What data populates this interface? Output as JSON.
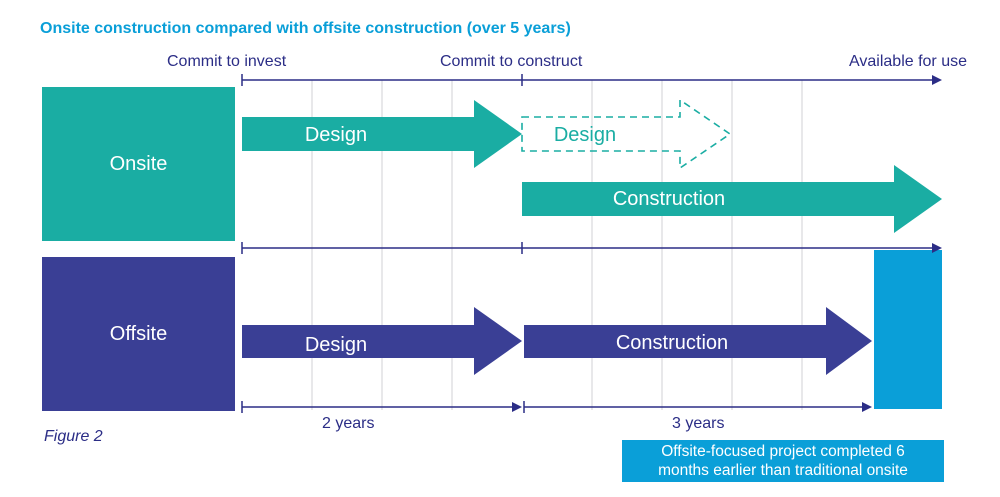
{
  "title": "Onsite construction compared with offsite construction (over 5 years)",
  "milestones": {
    "commit_invest": "Commit to invest",
    "commit_construct": "Commit to construct",
    "available": "Available for use"
  },
  "rows": {
    "onsite": {
      "label": "Onsite",
      "design": "Design",
      "design_dashed": "Design",
      "construction": "Construction"
    },
    "offsite": {
      "label": "Offsite",
      "design": "Design",
      "construction": "Construction"
    }
  },
  "durations": {
    "design": "2 years",
    "construction": "3 years"
  },
  "figure_label": "Figure 2",
  "callout": {
    "line1": "Offsite-focused project completed 6",
    "line2": "months earlier than traditional onsite"
  },
  "colors": {
    "title": "#0a9fd8",
    "onsite": "#1aada3",
    "offsite": "#3a3f95",
    "accent": "#0a9fd8",
    "lines": "#2b2d86",
    "grid": "#d0d0d6"
  }
}
